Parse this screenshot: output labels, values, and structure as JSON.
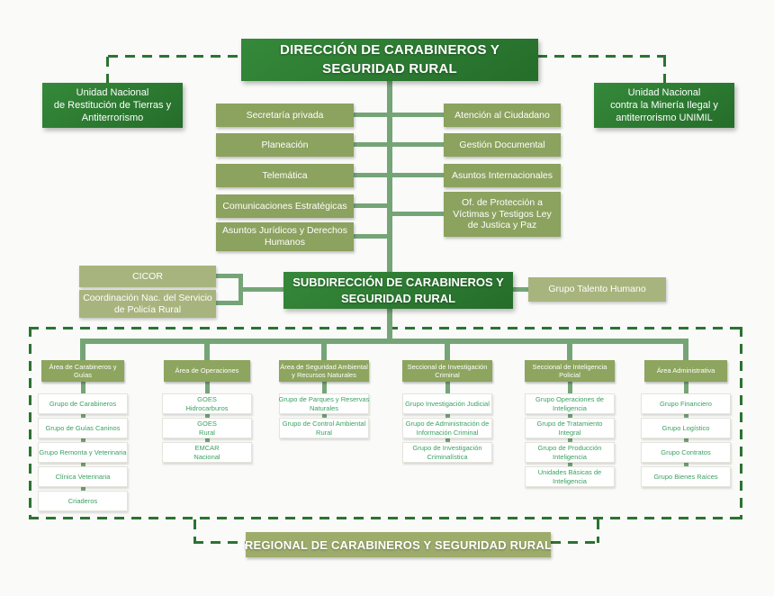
{
  "palette": {
    "dark_green_1": "#35893a",
    "dark_green_2": "#256d2a",
    "olive": "#8ca25f",
    "olive_light": "#a8b47e",
    "header_olive": "#8da55f",
    "olive_regional": "#9dac6b",
    "connector": "#75a577",
    "dash": "#2c7331",
    "child_text": "#3aa160",
    "background": "#fafaf9"
  },
  "direccion": {
    "lines": [
      "DIRECCIÓN DE CARABINEROS Y",
      "SEGURIDAD RURAL"
    ]
  },
  "unidad_izquierda": {
    "lines": [
      "Unidad Nacional",
      "de Restitución de Tierras y",
      "Antiterrorismo"
    ]
  },
  "unidad_derecha": {
    "lines": [
      "Unidad Nacional",
      "contra la  Minería Ilegal y",
      "antiterrorismo UNIMIL"
    ]
  },
  "staff_izquierda": [
    {
      "lines": [
        "Secretaría privada"
      ]
    },
    {
      "lines": [
        "Planeación"
      ]
    },
    {
      "lines": [
        "Telemática"
      ]
    },
    {
      "lines": [
        "Comunicaciones Estratégicas"
      ]
    },
    {
      "lines": [
        "Asuntos Jurídicos y Derechos",
        "Humanos"
      ]
    }
  ],
  "staff_derecha": [
    {
      "lines": [
        "Atención al Ciudadano"
      ]
    },
    {
      "lines": [
        "Gestión Documental"
      ]
    },
    {
      "lines": [
        "Asuntos Internacionales"
      ]
    },
    {
      "lines": [
        "Of. de Protección a",
        "Víctimas y Testigos Ley",
        "de Justica y Paz"
      ]
    }
  ],
  "subdireccion": {
    "lines": [
      "SUBDIRECCIÓN DE CARABINEROS Y",
      "SEGURIDAD RURAL"
    ]
  },
  "cicor": {
    "lines": [
      "CICOR"
    ]
  },
  "coordinacion": {
    "lines": [
      "Coordinación Nac. del Servicio",
      "de Policía Rural"
    ]
  },
  "talento_humano": {
    "lines": [
      "Grupo Talento Humano"
    ]
  },
  "areas": [
    {
      "header_lines": [
        "Área de Carabineros y",
        "Guías"
      ],
      "children": [
        [
          "Grupo de Carabineros"
        ],
        [
          "Grupo de Guías Caninos"
        ],
        [
          "Grupo Remonta y Veterinaria"
        ],
        [
          "Clínica Veterinaria"
        ],
        [
          "Criaderos"
        ]
      ]
    },
    {
      "header_lines": [
        "Área de Operaciones"
      ],
      "children": [
        [
          "GOES",
          "Hidrocarburos"
        ],
        [
          "GOES",
          "Rural"
        ],
        [
          "EMCAR",
          "Nacional"
        ]
      ]
    },
    {
      "header_lines": [
        "Área de Seguridad Ambiental",
        "y Recursos Naturales"
      ],
      "children": [
        [
          "Grupo de Parques y Reservas",
          "Naturales"
        ],
        [
          "Grupo de Control Ambiental",
          "Rural"
        ]
      ]
    },
    {
      "header_lines": [
        "Seccional de Investigación",
        "Criminal"
      ],
      "children": [
        [
          "Grupo Investigación Judicial"
        ],
        [
          "Grupo de Administración de",
          "Información Criminal"
        ],
        [
          "Grupo de Investigación",
          "Criminalística"
        ]
      ]
    },
    {
      "header_lines": [
        "Seccional de Inteligencia",
        "Policial"
      ],
      "children": [
        [
          "Grupo Operaciones de",
          "Inteligencia"
        ],
        [
          "Grupo de Tratamiento",
          "Integral"
        ],
        [
          "Grupo de Producción",
          "Inteligencia"
        ],
        [
          "Unidades Básicas de",
          "Inteligencia"
        ]
      ]
    },
    {
      "header_lines": [
        "Área Administrativa"
      ],
      "children": [
        [
          "Grupo Financiero"
        ],
        [
          "Grupo Logístico"
        ],
        [
          "Grupo Contratos"
        ],
        [
          "Grupo Bienes Raíces"
        ]
      ]
    }
  ],
  "regional": {
    "lines": [
      "REGIONAL DE CARABINEROS Y SEGURIDAD RURAL"
    ]
  }
}
